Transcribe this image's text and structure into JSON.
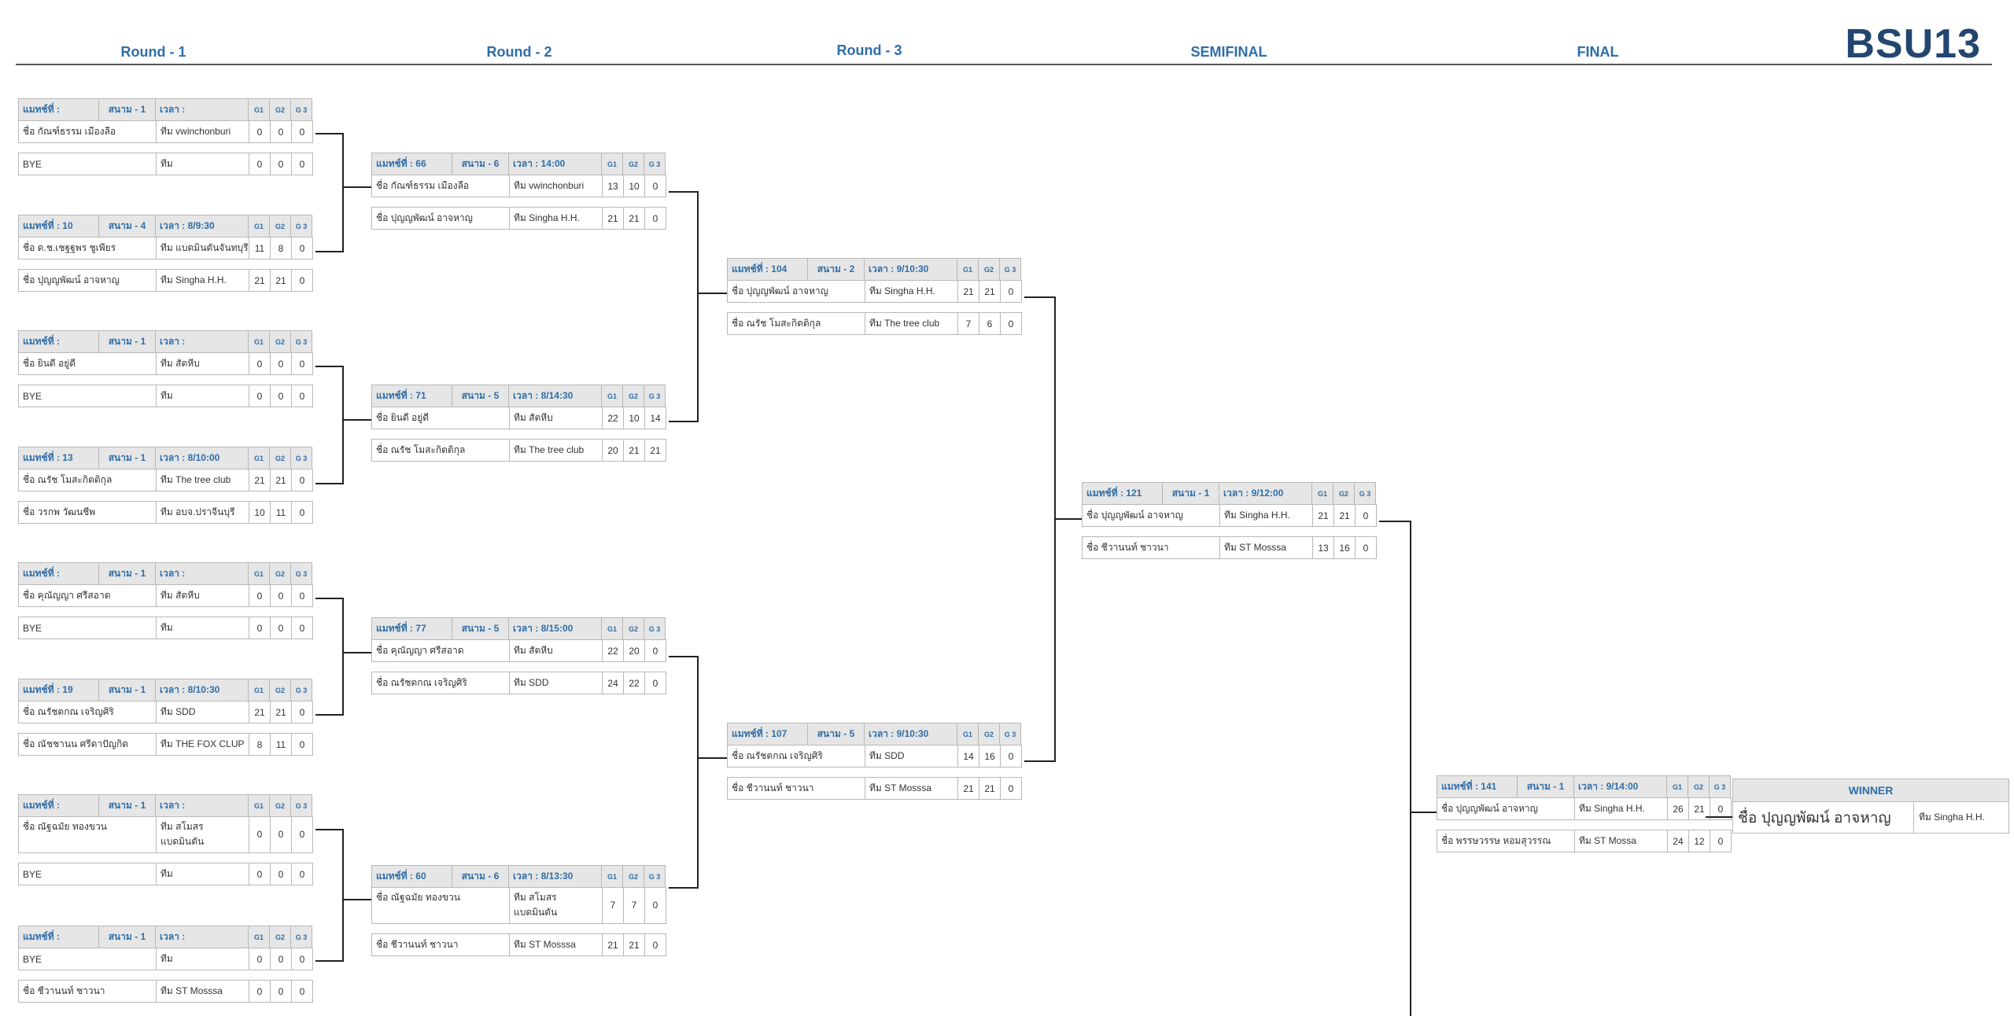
{
  "brand": "BSU13",
  "rounds": [
    "Round - 1",
    "Round - 2",
    "Round - 3",
    "SEMIFINAL",
    "FINAL"
  ],
  "winner": {
    "label": "WINNER",
    "name": "ชื่อ ปุญญพัฒน์ อาจหาญ",
    "team": "ทีม Singha H.H."
  },
  "matches": [
    {
      "id": "r1m1",
      "match": "แมทช์ที่ :",
      "court": "สนาม - 1",
      "time": "เวลา :",
      "g": [
        "G1",
        "G2",
        "G 3"
      ],
      "p1": {
        "name": "ชื่อ กัณฑ์ธรรม เมืองลือ",
        "team": "ทีม vwinchonburi",
        "s": [
          "0",
          "0",
          "0"
        ]
      },
      "p2": {
        "name": "BYE",
        "team": "ทีม",
        "s": [
          "0",
          "0",
          "0"
        ]
      }
    },
    {
      "id": "r1m2",
      "match": "แมทช์ที่ : 10",
      "court": "สนาม - 4",
      "time": "เวลา : 8/9:30",
      "g": [
        "G1",
        "G2",
        "G 3"
      ],
      "p1": {
        "name": "ชื่อ ด.ช.เชฐฐพร ชูเพียร",
        "team": "ทีม แบดมินตันจันทบุรี",
        "s": [
          "11",
          "8",
          "0"
        ]
      },
      "p2": {
        "name": "ชื่อ ปุญญพัฒน์ อาจหาญ",
        "team": "ทีม Singha H.H.",
        "s": [
          "21",
          "21",
          "0"
        ]
      }
    },
    {
      "id": "r1m3",
      "match": "แมทช์ที่ :",
      "court": "สนาม - 1",
      "time": "เวลา :",
      "g": [
        "G1",
        "G2",
        "G 3"
      ],
      "p1": {
        "name": "ชื่อ ยินดี อยู่ดี",
        "team": "ทีม สัตหีบ",
        "s": [
          "0",
          "0",
          "0"
        ]
      },
      "p2": {
        "name": "BYE",
        "team": "ทีม",
        "s": [
          "0",
          "0",
          "0"
        ]
      }
    },
    {
      "id": "r1m4",
      "match": "แมทช์ที่ : 13",
      "court": "สนาม - 1",
      "time": "เวลา : 8/10:00",
      "g": [
        "G1",
        "G2",
        "G 3"
      ],
      "p1": {
        "name": "ชื่อ ณรัช โมสะกิตติกุล",
        "team": "ทีม The tree club",
        "s": [
          "21",
          "21",
          "0"
        ]
      },
      "p2": {
        "name": "ชื่อ วรกพ วัฒนชีพ",
        "team": "ทีม อบจ.ปราจีนบุรี",
        "s": [
          "10",
          "11",
          "0"
        ]
      }
    },
    {
      "id": "r1m5",
      "match": "แมทช์ที่ :",
      "court": "สนาม - 1",
      "time": "เวลา :",
      "g": [
        "G1",
        "G2",
        "G 3"
      ],
      "p1": {
        "name": "ชื่อ คุณัญญา ศรีสอาด",
        "team": "ทีม สัตหีบ",
        "s": [
          "0",
          "0",
          "0"
        ]
      },
      "p2": {
        "name": "BYE",
        "team": "ทีม",
        "s": [
          "0",
          "0",
          "0"
        ]
      }
    },
    {
      "id": "r1m6",
      "match": "แมทช์ที่ : 19",
      "court": "สนาม - 1",
      "time": "เวลา : 8/10:30",
      "g": [
        "G1",
        "G2",
        "G 3"
      ],
      "p1": {
        "name": "ชื่อ ณรัชตกณ เจริญศิริ",
        "team": "ทีม SDD",
        "s": [
          "21",
          "21",
          "0"
        ]
      },
      "p2": {
        "name": "ชื่อ ณัชชานน ศรีดาปัญกิด",
        "team": "ทีม THE FOX CLUP",
        "s": [
          "8",
          "11",
          "0"
        ]
      }
    },
    {
      "id": "r1m7",
      "match": "แมทช์ที่ :",
      "court": "สนาม - 1",
      "time": "เวลา :",
      "g": [
        "G1",
        "G2",
        "G 3"
      ],
      "p1": {
        "name": "ชื่อ ณัฐฉมัย ทองขวน",
        "team": "ทีม สโมสรแบดมินตันสมุทรปราการ",
        "s": [
          "0",
          "0",
          "0"
        ],
        "tall": true
      },
      "p2": {
        "name": "BYE",
        "team": "ทีม",
        "s": [
          "0",
          "0",
          "0"
        ]
      }
    },
    {
      "id": "r1m8",
      "match": "แมทช์ที่ :",
      "court": "สนาม - 1",
      "time": "เวลา :",
      "g": [
        "G1",
        "G2",
        "G 3"
      ],
      "p1": {
        "name": "BYE",
        "team": "ทีม",
        "s": [
          "0",
          "0",
          "0"
        ]
      },
      "p2": {
        "name": "ชื่อ ชีวานนท์ ชาวนา",
        "team": "ทีม ST Mosssa",
        "s": [
          "0",
          "0",
          "0"
        ]
      }
    },
    {
      "id": "r2m1",
      "match": "แมทช์ที่ : 66",
      "court": "สนาม - 6",
      "time": "เวลา : 14:00",
      "g": [
        "G1",
        "G2",
        "G 3"
      ],
      "p1": {
        "name": "ชื่อ กัณฑ์ธรรม เมืองลือ",
        "team": "ทีม vwinchonburi",
        "s": [
          "13",
          "10",
          "0"
        ]
      },
      "p2": {
        "name": "ชื่อ ปุญญพัฒน์ อาจหาญ",
        "team": "ทีม Singha H.H.",
        "s": [
          "21",
          "21",
          "0"
        ]
      }
    },
    {
      "id": "r2m2",
      "match": "แมทช์ที่ : 71",
      "court": "สนาม - 5",
      "time": "เวลา : 8/14:30",
      "g": [
        "G1",
        "G2",
        "G 3"
      ],
      "p1": {
        "name": "ชื่อ ยินดี อยู่ดี",
        "team": "ทีม สัตหีบ",
        "s": [
          "22",
          "10",
          "14"
        ]
      },
      "p2": {
        "name": "ชื่อ ณรัช โมสะกิตติกุล",
        "team": "ทีม The tree club",
        "s": [
          "20",
          "21",
          "21"
        ]
      }
    },
    {
      "id": "r2m3",
      "match": "แมทช์ที่ : 77",
      "court": "สนาม - 5",
      "time": "เวลา : 8/15:00",
      "g": [
        "G1",
        "G2",
        "G 3"
      ],
      "p1": {
        "name": "ชื่อ คุณัญญา ศรีสอาด",
        "team": "ทีม สัตหีบ",
        "s": [
          "22",
          "20",
          "0"
        ]
      },
      "p2": {
        "name": "ชื่อ ณรัชตกณ เจริญศิริ",
        "team": "ทีม SDD",
        "s": [
          "24",
          "22",
          "0"
        ]
      }
    },
    {
      "id": "r2m4",
      "match": "แมทช์ที่ : 60",
      "court": "สนาม - 6",
      "time": "เวลา : 8/13:30",
      "g": [
        "G1",
        "G2",
        "G 3"
      ],
      "p1": {
        "name": "ชื่อ ณัฐฉมัย ทองขวน",
        "team": "ทีม สโมสรแบดมินตันสมุทรปราการ",
        "s": [
          "7",
          "7",
          "0"
        ],
        "tall": true
      },
      "p2": {
        "name": "ชื่อ ชีวานนท์ ชาวนา",
        "team": "ทีม ST Mosssa",
        "s": [
          "21",
          "21",
          "0"
        ]
      }
    },
    {
      "id": "r3m1",
      "match": "แมทช์ที่ : 104",
      "court": "สนาม - 2",
      "time": "เวลา : 9/10:30",
      "g": [
        "G1",
        "G2",
        "G 3"
      ],
      "p1": {
        "name": "ชื่อ ปุญญพัฒน์ อาจหาญ",
        "team": "ทีม Singha H.H.",
        "s": [
          "21",
          "21",
          "0"
        ]
      },
      "p2": {
        "name": "ชื่อ ณรัช โมสะกิตติกุล",
        "team": "ทีม The tree club",
        "s": [
          "7",
          "6",
          "0"
        ]
      }
    },
    {
      "id": "r3m2",
      "match": "แมทช์ที่ : 107",
      "court": "สนาม - 5",
      "time": "เวลา : 9/10:30",
      "g": [
        "G1",
        "G2",
        "G 3"
      ],
      "p1": {
        "name": "ชื่อ ณรัชตกณ เจริญศิริ",
        "team": "ทีม SDD",
        "s": [
          "14",
          "16",
          "0"
        ]
      },
      "p2": {
        "name": "ชื่อ ชีวานนท์ ชาวนา",
        "team": "ทีม ST Mosssa",
        "s": [
          "21",
          "21",
          "0"
        ]
      }
    },
    {
      "id": "sf1",
      "match": "แมทช์ที่ : 121",
      "court": "สนาม - 1",
      "time": "เวลา : 9/12:00",
      "g": [
        "G1",
        "G2",
        "G 3"
      ],
      "p1": {
        "name": "ชื่อ ปุญญพัฒน์ อาจหาญ",
        "team": "ทีม Singha H.H.",
        "s": [
          "21",
          "21",
          "0"
        ]
      },
      "p2": {
        "name": "ชื่อ ชีวานนท์ ชาวนา",
        "team": "ทีม ST Mosssa",
        "s": [
          "13",
          "16",
          "0"
        ]
      }
    },
    {
      "id": "final",
      "match": "แมทช์ที่ : 141",
      "court": "สนาม - 1",
      "time": "เวลา : 9/14:00",
      "g": [
        "G1",
        "G2",
        "G 3"
      ],
      "p1": {
        "name": "ชื่อ ปุญญพัฒน์ อาจหาญ",
        "team": "ทีม Singha H.H.",
        "s": [
          "26",
          "21",
          "0"
        ]
      },
      "p2": {
        "name": "ชื่อ พรรษวรรษ หอมสุวรรณ",
        "team": "ทีม ST Mossa",
        "s": [
          "24",
          "12",
          "0"
        ]
      }
    }
  ]
}
